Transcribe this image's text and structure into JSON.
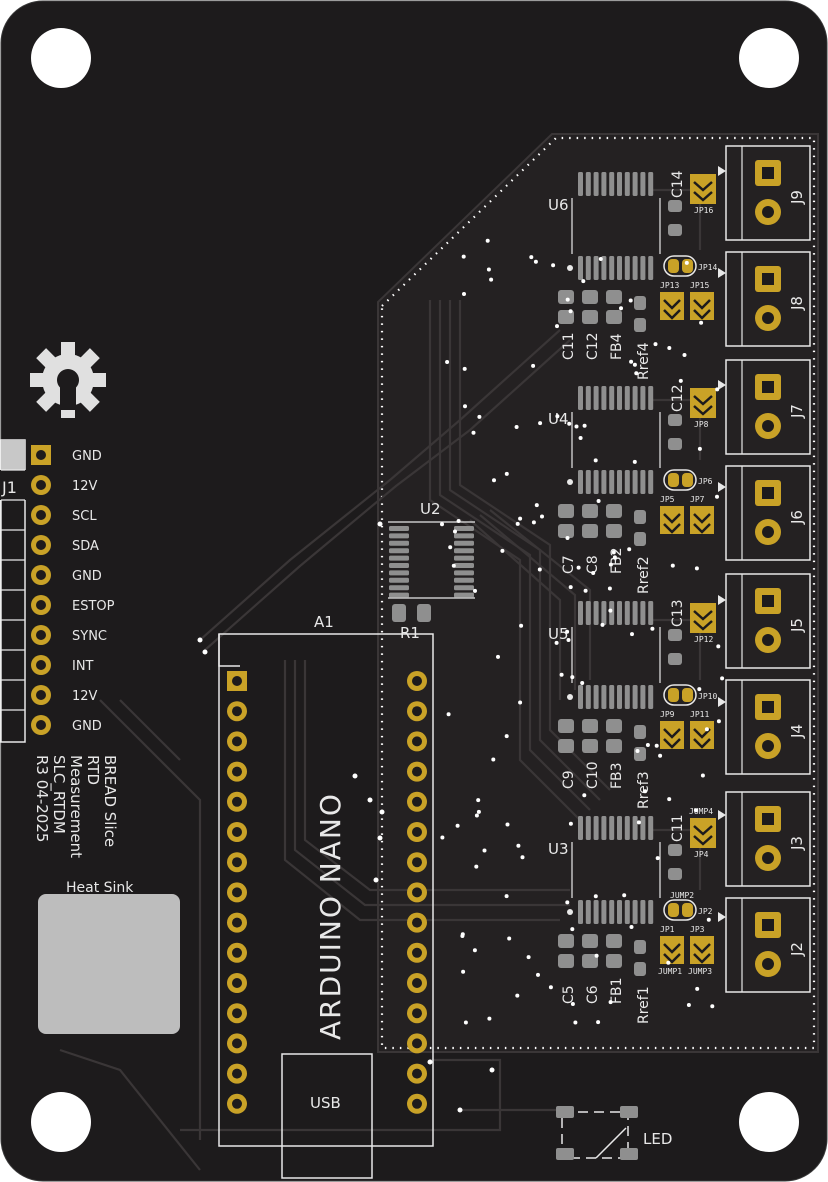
{
  "colors": {
    "board": "#1d1b1c",
    "copper": "#2a2728",
    "trace": "#3a3637",
    "silk": "#e8e8e8",
    "pad_gold": "#c9a227",
    "pad_grey": "#8f8f8f",
    "heat_sink": "#bdbdbd"
  },
  "connector_j1": {
    "ref": "J1",
    "pins": [
      "GND",
      "12V",
      "SCL",
      "SDA",
      "GND",
      "ESTOP",
      "SYNC",
      "INT",
      "12V",
      "GND"
    ]
  },
  "board_text": {
    "lines": [
      "BREAD Slice",
      "RTD",
      "Measurement",
      "SLC_RTDM",
      "R3 04-2025"
    ]
  },
  "heat_sink": {
    "label": "Heat Sink"
  },
  "arduino": {
    "ref": "A1",
    "label": "ARDUINO NANO",
    "usb_label": "USB"
  },
  "u2": {
    "ref": "U2"
  },
  "r1": {
    "ref": "R1"
  },
  "led": {
    "label": "LED"
  },
  "channels": [
    {
      "ic": "U6",
      "cap_main": "C14",
      "caps": [
        "C11",
        "C12"
      ],
      "fb": "FB4",
      "rref": "Rref4",
      "jp_main": "JP16",
      "jp_solder": "JP14",
      "jp_left": "JP13",
      "jp_right": "JP15",
      "conn_top": "J9",
      "conn_bottom": "J8"
    },
    {
      "ic": "U4",
      "cap_main": "C12",
      "caps": [
        "C7",
        "C8"
      ],
      "fb": "FB2",
      "rref": "Rref2",
      "jp_main": "JP8",
      "jp_solder": "JP6",
      "jp_left": "JP5",
      "jp_right": "JP7",
      "conn_top": "J7",
      "conn_bottom": "J6"
    },
    {
      "ic": "U5",
      "cap_main": "C13",
      "caps": [
        "C9",
        "C10"
      ],
      "fb": "FB3",
      "rref": "Rref3",
      "jp_main": "JP12",
      "jp_solder": "JP10",
      "jp_left": "JP9",
      "jp_right": "JP11",
      "conn_top": "J5",
      "conn_bottom": "J4"
    },
    {
      "ic": "U3",
      "cap_main": "C11",
      "caps": [
        "C5",
        "C6"
      ],
      "fb": "FB1",
      "rref": "Rref1",
      "jp_main": "JP4",
      "jp_main_extra": "JUMP4",
      "jp_solder": "JP2",
      "jp_solder_extra": "JUMP2",
      "jp_left": "JP1",
      "jp_left_extra": "JUMP1",
      "jp_right": "JP3",
      "jp_right_extra": "JUMP3",
      "conn_top": "J3",
      "conn_bottom": "J2"
    }
  ]
}
